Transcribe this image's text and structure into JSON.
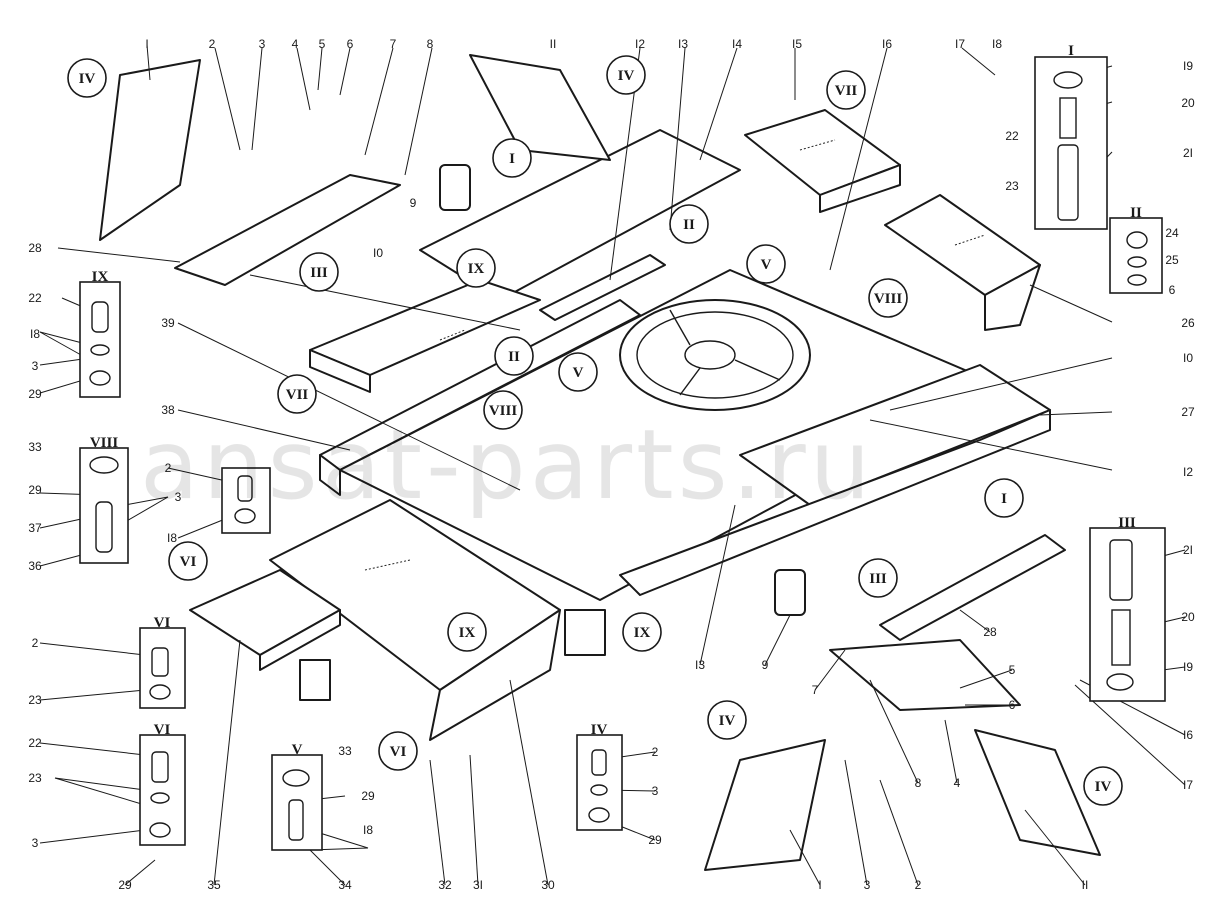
{
  "watermark": "ansat-parts.ru",
  "part_numbers": [
    {
      "id": "n-I-top",
      "t": "I"
    },
    {
      "id": "n-2-top",
      "t": "2"
    },
    {
      "id": "n-3-top",
      "t": "3"
    },
    {
      "id": "n-4",
      "t": "4"
    },
    {
      "id": "n-5",
      "t": "5"
    },
    {
      "id": "n-6",
      "t": "6"
    },
    {
      "id": "n-7",
      "t": "7"
    },
    {
      "id": "n-8",
      "t": "8"
    },
    {
      "id": "n-II-top",
      "t": "II"
    },
    {
      "id": "n-12-top",
      "t": "I2"
    },
    {
      "id": "n-13-top",
      "t": "I3"
    },
    {
      "id": "n-14",
      "t": "I4"
    },
    {
      "id": "n-15",
      "t": "I5"
    },
    {
      "id": "n-16-top",
      "t": "I6"
    },
    {
      "id": "n-17-top",
      "t": "I7"
    },
    {
      "id": "n-18-top",
      "t": "I8"
    },
    {
      "id": "n-19-top",
      "t": "I9"
    },
    {
      "id": "n-20-top",
      "t": "20"
    },
    {
      "id": "n-21-top",
      "t": "2I"
    },
    {
      "id": "n-22-top",
      "t": "22"
    },
    {
      "id": "n-23-top",
      "t": "23"
    },
    {
      "id": "n-24",
      "t": "24"
    },
    {
      "id": "n-25",
      "t": "25"
    },
    {
      "id": "n-6-inset",
      "t": "6"
    },
    {
      "id": "n-26",
      "t": "26"
    },
    {
      "id": "n-27",
      "t": "27"
    },
    {
      "id": "n-10-left",
      "t": "I0"
    },
    {
      "id": "n-10-right",
      "t": "I0"
    },
    {
      "id": "n-12-right",
      "t": "I2"
    },
    {
      "id": "n-9-top",
      "t": "9"
    },
    {
      "id": "n-28-left",
      "t": "28"
    },
    {
      "id": "n-39",
      "t": "39"
    },
    {
      "id": "n-38",
      "t": "38"
    },
    {
      "id": "n-22-ix",
      "t": "22"
    },
    {
      "id": "n-18-ix",
      "t": "I8"
    },
    {
      "id": "n-3-ix",
      "t": "3"
    },
    {
      "id": "n-29-ix",
      "t": "29"
    },
    {
      "id": "n-33-viii",
      "t": "33"
    },
    {
      "id": "n-29-viii",
      "t": "29"
    },
    {
      "id": "n-3-viii",
      "t": "3"
    },
    {
      "id": "n-37",
      "t": "37"
    },
    {
      "id": "n-36",
      "t": "36"
    },
    {
      "id": "n-2-mid",
      "t": "2"
    },
    {
      "id": "n-18-mid",
      "t": "I8"
    },
    {
      "id": "n-2-vi",
      "t": "2"
    },
    {
      "id": "n-23-vi",
      "t": "23"
    },
    {
      "id": "n-22-vi2",
      "t": "22"
    },
    {
      "id": "n-23-vi2",
      "t": "23"
    },
    {
      "id": "n-3-vi2",
      "t": "3"
    },
    {
      "id": "n-29-vi2",
      "t": "29"
    },
    {
      "id": "n-35",
      "t": "35"
    },
    {
      "id": "n-33-v",
      "t": "33"
    },
    {
      "id": "n-29-v",
      "t": "29"
    },
    {
      "id": "n-18-v",
      "t": "I8"
    },
    {
      "id": "n-34",
      "t": "34"
    },
    {
      "id": "n-32",
      "t": "32"
    },
    {
      "id": "n-31",
      "t": "3I"
    },
    {
      "id": "n-30",
      "t": "30"
    },
    {
      "id": "n-13-bot",
      "t": "I3"
    },
    {
      "id": "n-9-bot",
      "t": "9"
    },
    {
      "id": "n-7-bot",
      "t": "7"
    },
    {
      "id": "n-8-bot",
      "t": "8"
    },
    {
      "id": "n-5-bot",
      "t": "5"
    },
    {
      "id": "n-6-bot",
      "t": "6"
    },
    {
      "id": "n-4-bot",
      "t": "4"
    },
    {
      "id": "n-28-right",
      "t": "28"
    },
    {
      "id": "n-2-iv",
      "t": "2"
    },
    {
      "id": "n-3-iv",
      "t": "3"
    },
    {
      "id": "n-29-iv",
      "t": "29"
    },
    {
      "id": "n-I-bot",
      "t": "I"
    },
    {
      "id": "n-3-bot",
      "t": "3"
    },
    {
      "id": "n-2-bot",
      "t": "2"
    },
    {
      "id": "n-II-bot",
      "t": "II"
    },
    {
      "id": "n-21-bot",
      "t": "2I"
    },
    {
      "id": "n-20-bot",
      "t": "20"
    },
    {
      "id": "n-19-bot",
      "t": "I9"
    },
    {
      "id": "n-16-bot",
      "t": "I6"
    },
    {
      "id": "n-17-bot",
      "t": "I7"
    }
  ],
  "view_labels": [
    {
      "id": "v-IV-a",
      "t": "IV"
    },
    {
      "id": "v-IV-b",
      "t": "IV"
    },
    {
      "id": "v-I-a",
      "t": "I"
    },
    {
      "id": "v-VII-a",
      "t": "VII"
    },
    {
      "id": "v-III-a",
      "t": "III"
    },
    {
      "id": "v-IX-a",
      "t": "IX"
    },
    {
      "id": "v-II-a",
      "t": "II"
    },
    {
      "id": "v-II-b",
      "t": "II"
    },
    {
      "id": "v-V-a",
      "t": "V"
    },
    {
      "id": "v-VIII-a",
      "t": "VIII"
    },
    {
      "id": "v-VII-b",
      "t": "VII"
    },
    {
      "id": "v-V-b",
      "t": "V"
    },
    {
      "id": "v-VIII-b",
      "t": "VIII"
    },
    {
      "id": "v-I-b",
      "t": "I"
    },
    {
      "id": "v-III-b",
      "t": "III"
    },
    {
      "id": "v-IX-b",
      "t": "IX"
    },
    {
      "id": "v-VI-a",
      "t": "VI"
    },
    {
      "id": "v-IX-c",
      "t": "IX"
    },
    {
      "id": "v-VI-b",
      "t": "VI"
    },
    {
      "id": "v-IV-c",
      "t": "IV"
    },
    {
      "id": "v-IV-d",
      "t": "IV"
    }
  ],
  "inset_titles": [
    {
      "id": "t-I",
      "t": "I"
    },
    {
      "id": "t-II",
      "t": "II"
    },
    {
      "id": "t-IX",
      "t": "IX"
    },
    {
      "id": "t-VIII",
      "t": "VIII"
    },
    {
      "id": "t-VI-a",
      "t": "VI"
    },
    {
      "id": "t-VI-b",
      "t": "VI"
    },
    {
      "id": "t-V",
      "t": "V"
    },
    {
      "id": "t-IV",
      "t": "IV"
    },
    {
      "id": "t-III",
      "t": "III"
    }
  ]
}
